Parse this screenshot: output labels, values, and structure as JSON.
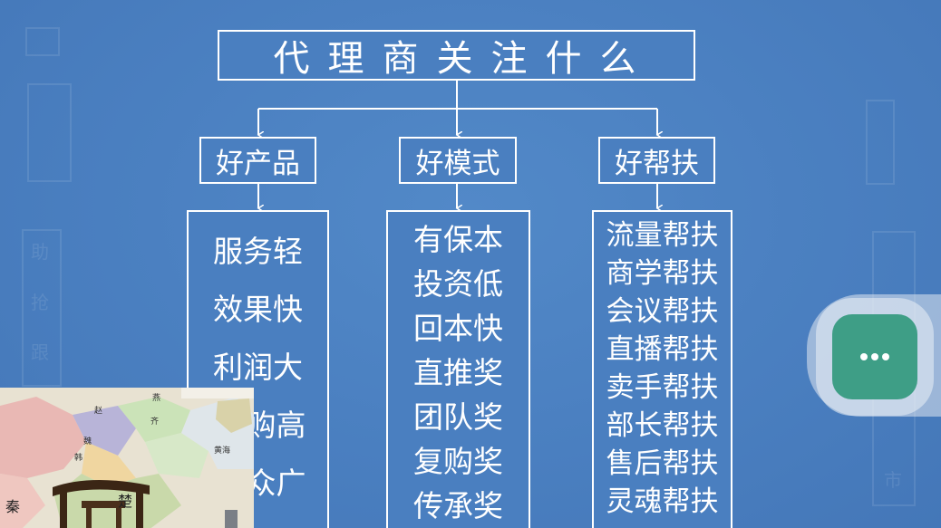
{
  "diagram": {
    "title": "代理商关注什么",
    "categories": [
      {
        "label": "好产品",
        "items": [
          "服务轻",
          "效果快",
          "利润大",
          "购高",
          "众广"
        ]
      },
      {
        "label": "好模式",
        "items": [
          "有保本",
          "投资低",
          "回本快",
          "直推奖",
          "团队奖",
          "复购奖",
          "传承奖"
        ]
      },
      {
        "label": "好帮扶",
        "items": [
          "流量帮扶",
          "商学帮扶",
          "会议帮扶",
          "直播帮扶",
          "卖手帮扶",
          "部长帮扶",
          "售后帮扶",
          "灵魂帮扶"
        ]
      }
    ]
  },
  "ghost_text": {
    "left": [
      "助",
      "抢",
      "跟"
    ],
    "right": [
      "市"
    ]
  },
  "video_overlay": {
    "map_labels": [
      "燕",
      "赵",
      "齐",
      "魏",
      "韩",
      "楚",
      "秦",
      "黄海"
    ]
  },
  "colors": {
    "background": "#4a7fc0",
    "box_border": "#ffffff",
    "text": "#ffffff",
    "fab": "#3e9e86"
  },
  "fab": {
    "icon": "more-dots-icon"
  }
}
